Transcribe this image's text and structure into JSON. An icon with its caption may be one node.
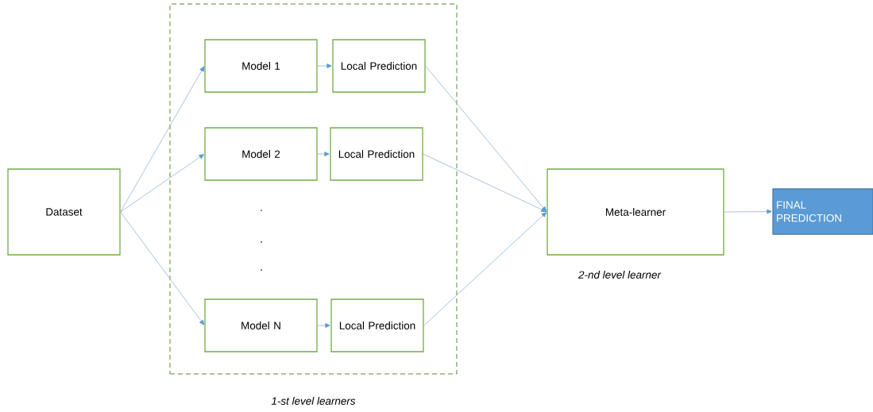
{
  "diagram": {
    "nodes": [
      {
        "text": [
          "Dataset"
        ]
      },
      {
        "text": [
          "1-st level learners"
        ]
      },
      {
        "text": [
          "Model 1"
        ],
        "in": 1
      },
      {
        "text": [
          "Local Prediction"
        ],
        "in": 1
      },
      {
        "text": [
          "Model 2"
        ],
        "in": 1
      },
      {
        "text": [
          "Local Prediction"
        ],
        "in": 1
      },
      {
        "text": [
          "Model N"
        ],
        "in": 1
      },
      {
        "text": [
          "Local Prediction"
        ],
        "in": 1
      },
      {
        "text": [
          "Meta-learner"
        ],
        "beside": [
          "2-nd level learner"
        ]
      },
      {
        "text": [
          "FINAL PREDICTION"
        ]
      }
    ],
    "edges": [
      {
        "from": 0,
        "to": 2,
        "arrow": "to"
      },
      {
        "from": 0,
        "to": 4,
        "arrow": "to"
      },
      {
        "from": 0,
        "to": 6,
        "arrow": "to"
      },
      {
        "from": 2,
        "to": 3,
        "arrow": "to"
      },
      {
        "from": 4,
        "to": 5,
        "arrow": "to"
      },
      {
        "from": 6,
        "to": 7,
        "arrow": "to"
      },
      {
        "from": 3,
        "to": 8,
        "arrow": "to"
      },
      {
        "from": 5,
        "to": 8,
        "arrow": "to"
      },
      {
        "from": 7,
        "to": 8,
        "arrow": "to"
      },
      {
        "from": 8,
        "to": 9,
        "arrow": "to"
      }
    ],
    "labels": [
      ".",
      ".",
      "."
    ]
  }
}
